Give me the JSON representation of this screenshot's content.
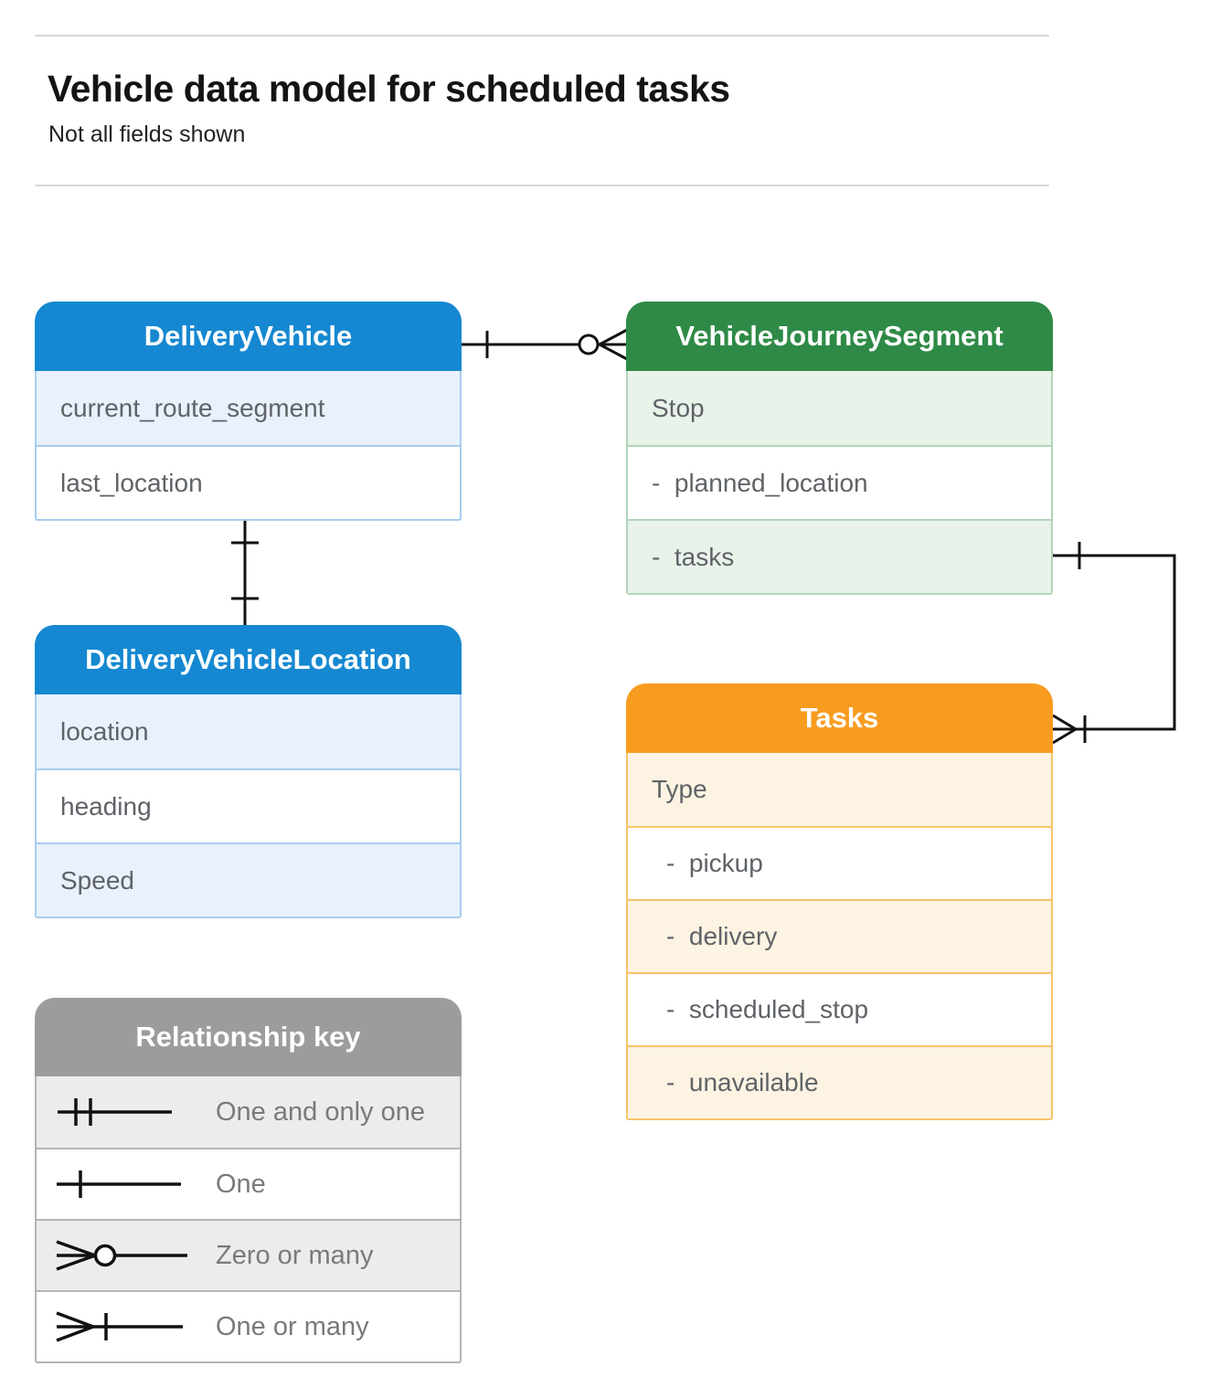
{
  "page": {
    "title": "Vehicle data model for scheduled tasks",
    "subtitle": "Not all fields shown"
  },
  "entities": {
    "delivery_vehicle": {
      "title": "DeliveryVehicle",
      "fields": [
        "current_route_segment",
        "last_location"
      ],
      "accent_color": "#1588d1",
      "row_tint": "#e8f1fc"
    },
    "vehicle_journey_segment": {
      "title": "VehicleJourneySegment",
      "fields": [
        "Stop",
        "-  planned_location",
        "-  tasks"
      ],
      "accent_color": "#2e8a46",
      "row_tint": "#e9f3ea"
    },
    "delivery_vehicle_location": {
      "title": "DeliveryVehicleLocation",
      "fields": [
        "location",
        "heading",
        "Speed"
      ],
      "accent_color": "#1588d1",
      "row_tint": "#e8f1fc"
    },
    "tasks": {
      "title": "Tasks",
      "fields": [
        "Type",
        "-  pickup",
        "-  delivery",
        "-  scheduled_stop",
        "-  unavailable"
      ],
      "accent_color": "#f89c1f",
      "row_tint": "#fdf3e2"
    }
  },
  "relationship_key": {
    "title": "Relationship key",
    "header_color": "#9c9c9c",
    "items": [
      {
        "symbol": "one-and-only-one",
        "label": "One and only one"
      },
      {
        "symbol": "one",
        "label": "One"
      },
      {
        "symbol": "zero-or-many",
        "label": "Zero or many"
      },
      {
        "symbol": "one-or-many",
        "label": "One or many"
      }
    ]
  },
  "connections": [
    {
      "from": "DeliveryVehicle",
      "to": "VehicleJourneySegment",
      "from_end": "one",
      "to_end": "zero-or-many"
    },
    {
      "from": "DeliveryVehicle",
      "to": "DeliveryVehicleLocation",
      "from_end": "one",
      "to_end": "one"
    },
    {
      "from": "VehicleJourneySegment.tasks",
      "to": "Tasks",
      "from_end": "one",
      "to_end": "one-or-many"
    }
  ],
  "colors": {
    "line": "#111111",
    "field_text": "#5f6368",
    "key_text": "#7a7a7a",
    "divider": "#d8d8d8"
  }
}
